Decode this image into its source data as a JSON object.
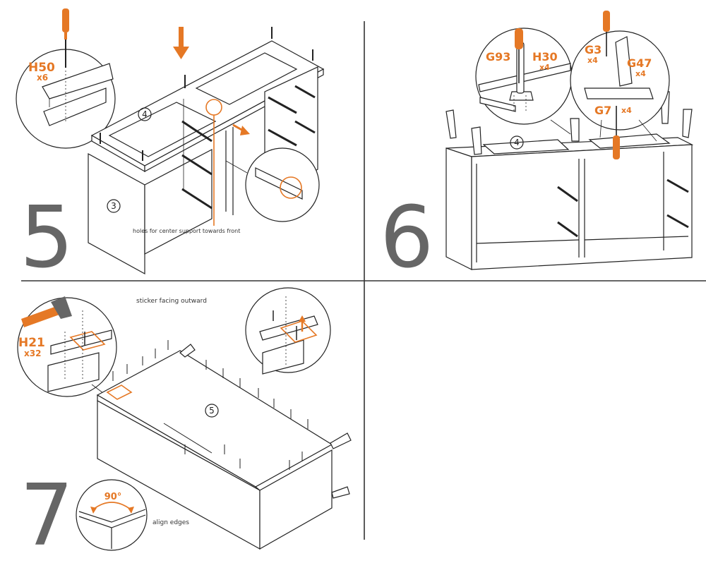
{
  "steps": [
    {
      "number": "5",
      "parts": [
        {
          "code": "H50",
          "qty": "x6"
        }
      ],
      "notes": [
        "holes for center support towards front"
      ],
      "callouts": [
        "4",
        "3"
      ]
    },
    {
      "number": "6",
      "parts": [
        {
          "code": "G93",
          "qty": ""
        },
        {
          "code": "H30",
          "qty": "x4"
        },
        {
          "code": "G3",
          "qty": "x4"
        },
        {
          "code": "G47",
          "qty": "x4"
        },
        {
          "code": "G7",
          "qty": "x4"
        }
      ],
      "callouts": [
        "4"
      ]
    },
    {
      "number": "7",
      "parts": [
        {
          "code": "H21",
          "qty": "x32"
        }
      ],
      "notes": [
        "sticker facing outward",
        "align edges"
      ],
      "angle": "90°",
      "callouts": [
        "5"
      ]
    }
  ],
  "colors": {
    "accent": "#e57825",
    "ink": "#222222",
    "stepnum": "#666666"
  }
}
